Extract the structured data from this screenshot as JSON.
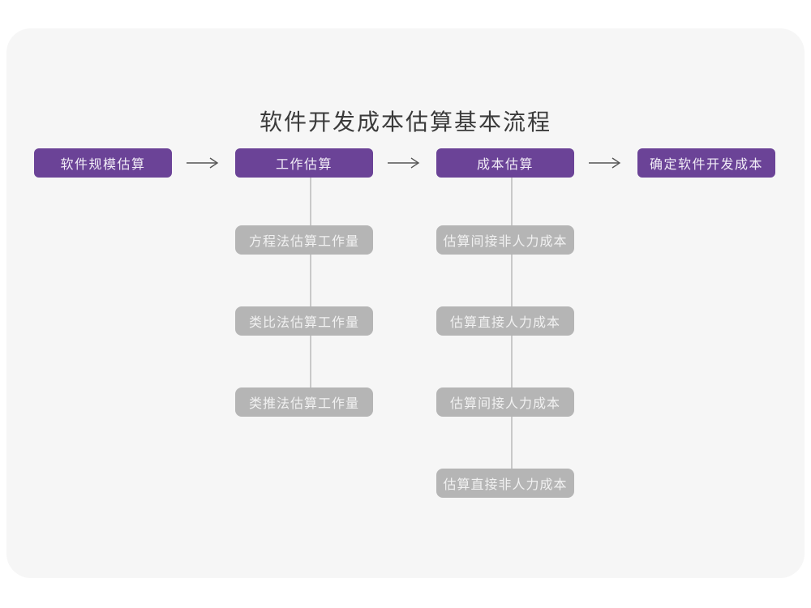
{
  "title": "软件开发成本估算基本流程",
  "colors": {
    "page_bg": "#ffffff",
    "card_bg": "#f6f6f6",
    "primary": "#6b4397",
    "primary_text": "#f1ecf7",
    "secondary": "#b5b5b5",
    "secondary_text": "#f1f1f1",
    "title_text": "#3b3b3b",
    "arrow": "#555555",
    "connector": "#c9c9c9"
  },
  "icons": {
    "flow_arrow": "arrow-right"
  },
  "flow": {
    "main_steps": [
      {
        "label": "软件规模估算"
      },
      {
        "label": "工作估算"
      },
      {
        "label": "成本估算"
      },
      {
        "label": "确定软件开发成本"
      }
    ],
    "work_estimation_methods": [
      {
        "label": "方程法估算工作量"
      },
      {
        "label": "类比法估算工作量"
      },
      {
        "label": "类推法估算工作量"
      }
    ],
    "cost_estimation_items": [
      {
        "label": "估算间接非人力成本"
      },
      {
        "label": "估算直接人力成本"
      },
      {
        "label": "估算间接人力成本"
      },
      {
        "label": "估算直接非人力成本"
      }
    ]
  }
}
